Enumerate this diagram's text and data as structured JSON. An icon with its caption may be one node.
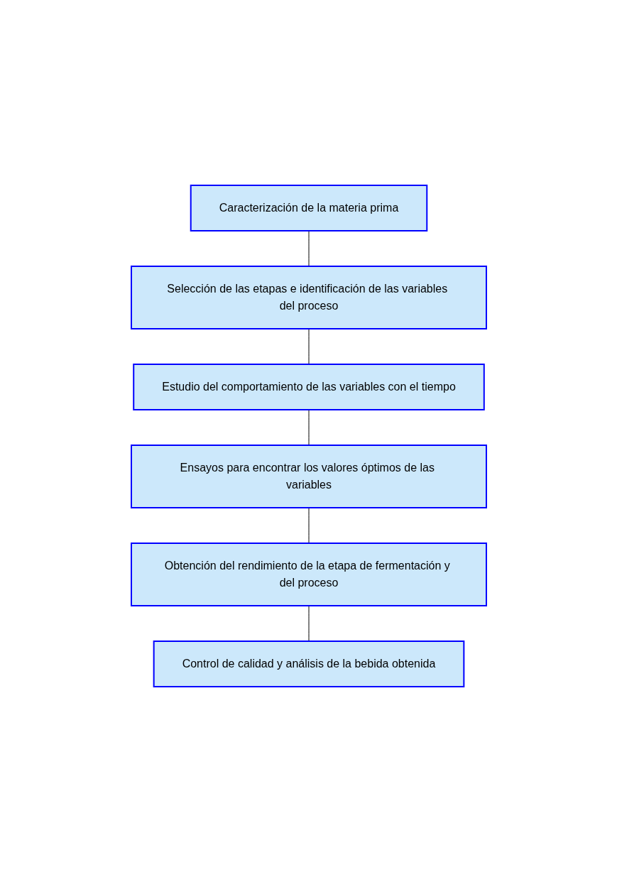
{
  "diagram": {
    "nodes": [
      {
        "text": [
          "Caracterización de la materia prima"
        ]
      },
      {
        "text": [
          "Selección de las etapas e identificación de las variables del proceso"
        ]
      },
      {
        "text": [
          "Estudio del comportamiento de las variables con el tiempo"
        ]
      },
      {
        "text": [
          "Ensayos para encontrar los valores óptimos de las variables"
        ]
      },
      {
        "text": [
          "Obtención del rendimiento de la etapa de fermentación y del proceso"
        ]
      },
      {
        "text": [
          "Control de calidad y análisis de la bebida obtenida"
        ]
      }
    ],
    "edges": [
      {
        "from": 0,
        "to": 1,
        "arrow": "none"
      },
      {
        "from": 1,
        "to": 2,
        "arrow": "none"
      },
      {
        "from": 2,
        "to": 3,
        "arrow": "none"
      },
      {
        "from": 3,
        "to": 4,
        "arrow": "none"
      },
      {
        "from": 4,
        "to": 5,
        "arrow": "none"
      }
    ]
  }
}
